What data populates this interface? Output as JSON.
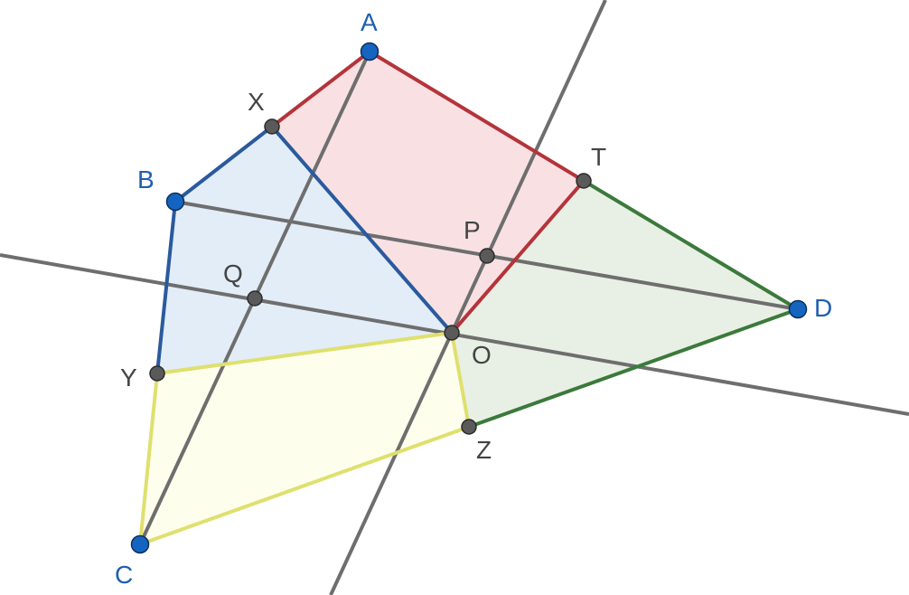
{
  "labels": {
    "A": "A",
    "B": "B",
    "C": "C",
    "D": "D",
    "O": "O",
    "P": "P",
    "Q": "Q",
    "T": "T",
    "X": "X",
    "Y": "Y",
    "Z": "Z"
  },
  "colors": {
    "red_edge": "#b5333a",
    "red_fill": "#f9e1e3",
    "blue_edge": "#2a5a9e",
    "blue_fill": "#e3edf7",
    "green_edge": "#3b7a3b",
    "green_fill": "#e8f0e6",
    "yellow_edge": "#dfe06e",
    "yellow_fill": "#fdfeec",
    "gray_line": "#6e6e6e",
    "main_point": "#1565c0",
    "aux_point": "#5a5a5a"
  }
}
